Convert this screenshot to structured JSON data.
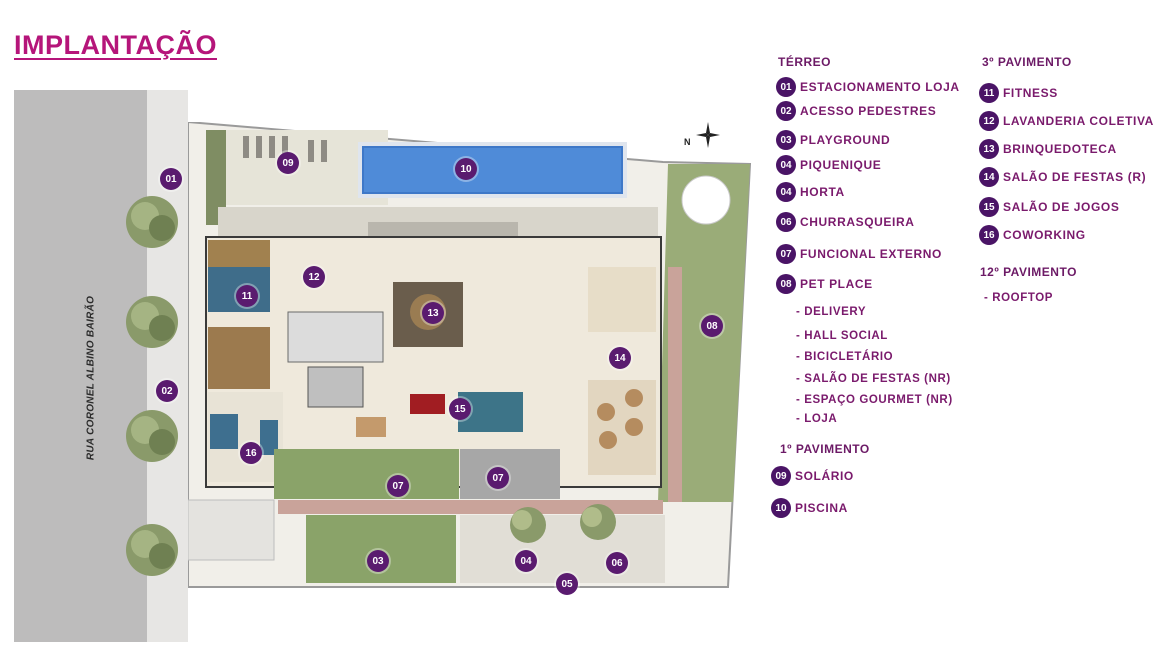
{
  "title": "IMPLANTAÇÃO",
  "street_name": "RUA CORONEL ALBINO BAIRÃO",
  "north_label": "N",
  "colors": {
    "accent": "#b5157a",
    "badge": "#4a1466",
    "legend_text": "#7a1a6c"
  },
  "markers": [
    {
      "num": "01",
      "name": "marker-01"
    },
    {
      "num": "02",
      "name": "marker-02"
    },
    {
      "num": "03",
      "name": "marker-03"
    },
    {
      "num": "04",
      "name": "marker-04"
    },
    {
      "num": "05",
      "name": "marker-05"
    },
    {
      "num": "06",
      "name": "marker-06"
    },
    {
      "num": "07",
      "name": "marker-07a"
    },
    {
      "num": "07",
      "name": "marker-07b"
    },
    {
      "num": "08",
      "name": "marker-08"
    },
    {
      "num": "09",
      "name": "marker-09"
    },
    {
      "num": "10",
      "name": "marker-10"
    },
    {
      "num": "11",
      "name": "marker-11"
    },
    {
      "num": "12",
      "name": "marker-12"
    },
    {
      "num": "13",
      "name": "marker-13"
    },
    {
      "num": "14",
      "name": "marker-14"
    },
    {
      "num": "15",
      "name": "marker-15"
    },
    {
      "num": "16",
      "name": "marker-16"
    }
  ],
  "legend": {
    "terreo": {
      "heading": "TÉRREO",
      "items": [
        {
          "num": "01",
          "label": "ESTACIONAMENTO LOJA"
        },
        {
          "num": "02",
          "label": "ACESSO PEDESTRES"
        },
        {
          "num": "03",
          "label": "PLAYGROUND"
        },
        {
          "num": "04",
          "label": "PIQUENIQUE"
        },
        {
          "num": "04",
          "label": "HORTA"
        },
        {
          "num": "06",
          "label": "CHURRASQUEIRA"
        },
        {
          "num": "07",
          "label": "FUNCIONAL EXTERNO"
        },
        {
          "num": "08",
          "label": "PET PLACE"
        }
      ],
      "subitems": [
        "- DELIVERY",
        "- HALL SOCIAL",
        "- BICICLETÁRIO",
        "- SALÃO DE FESTAS (NR)",
        "- ESPAÇO GOURMET (NR)",
        "- LOJA"
      ]
    },
    "primeiro": {
      "heading": "1º PAVIMENTO",
      "items": [
        {
          "num": "09",
          "label": "SOLÁRIO"
        },
        {
          "num": "10",
          "label": "PISCINA"
        }
      ]
    },
    "terceiro": {
      "heading": "3º PAVIMENTO",
      "items": [
        {
          "num": "11",
          "label": "FITNESS"
        },
        {
          "num": "12",
          "label": "LAVANDERIA COLETIVA"
        },
        {
          "num": "13",
          "label": "BRINQUEDOTECA"
        },
        {
          "num": "14",
          "label": "SALÃO DE FESTAS (R)"
        },
        {
          "num": "15",
          "label": "SALÃO DE JOGOS"
        },
        {
          "num": "16",
          "label": "COWORKING"
        }
      ]
    },
    "decimo_segundo": {
      "heading": "12º PAVIMENTO",
      "subitems": [
        "- ROOFTOP"
      ]
    }
  }
}
